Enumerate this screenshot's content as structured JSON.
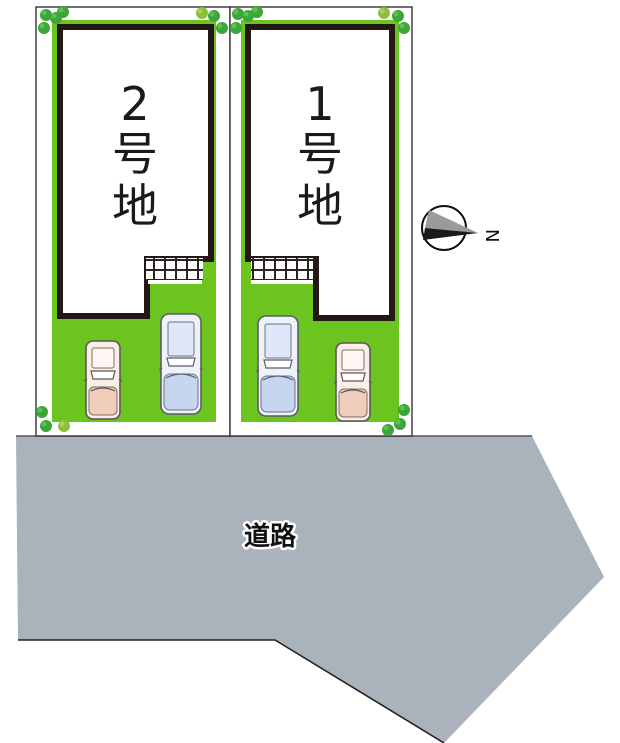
{
  "site_plan": {
    "lots": [
      {
        "id": "lot-2",
        "label_lines": [
          "2",
          "号",
          "地"
        ],
        "parking": [
          "small-car",
          "large-car"
        ]
      },
      {
        "id": "lot-1",
        "label_lines": [
          "1",
          "号",
          "地"
        ],
        "parking": [
          "large-car",
          "small-car"
        ]
      }
    ],
    "road": {
      "label": "道路"
    },
    "north_arrow": {
      "label": "N"
    },
    "colors": {
      "lawn": "#6cc51f",
      "lawn_edge": "#8fd43a",
      "building_wall": "#231815",
      "road": "#aab3bb",
      "shrub_dark": "#3ca63a",
      "shrub_light": "#8fbf3a",
      "small_car_tint": "#f3d7c8",
      "large_car_tint": "#cdd9ef"
    }
  }
}
